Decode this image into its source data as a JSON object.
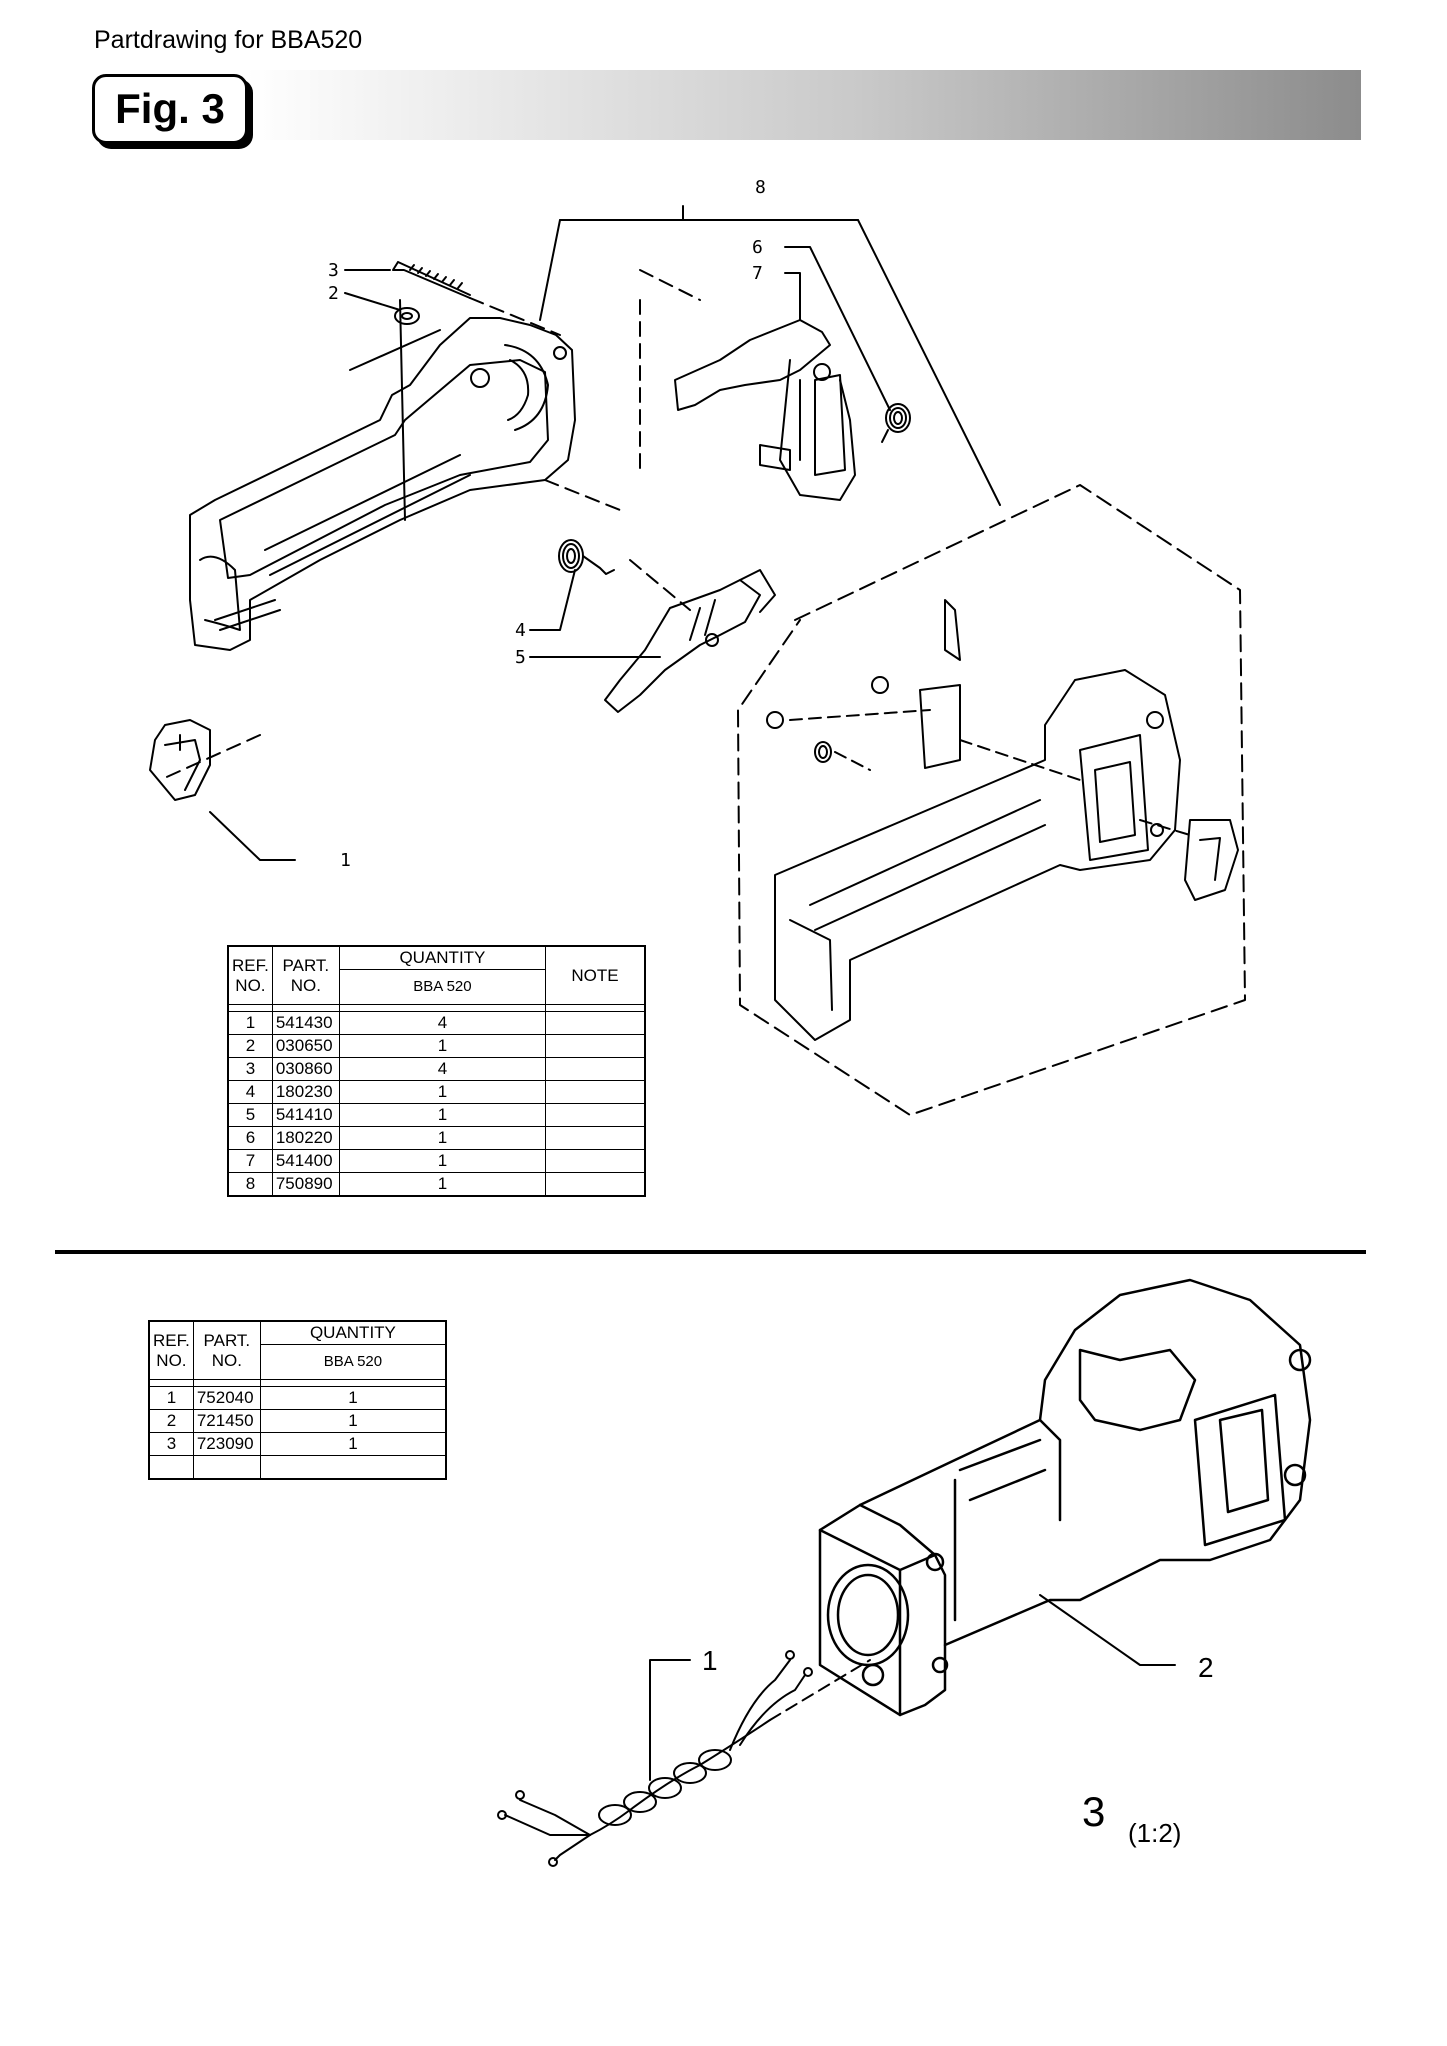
{
  "header": {
    "title": "Partdrawing for BBA520",
    "figure_label": "Fig. 3"
  },
  "table1": {
    "headers": {
      "ref": "REF.",
      "ref2": "NO.",
      "part": "PART.",
      "part2": "NO.",
      "quantity": "QUANTITY",
      "model": "BBA 520",
      "note": "NOTE"
    },
    "rows": [
      {
        "ref": "1",
        "part": "541430",
        "qty": "4"
      },
      {
        "ref": "2",
        "part": "030650",
        "qty": "1"
      },
      {
        "ref": "3",
        "part": "030860",
        "qty": "4"
      },
      {
        "ref": "4",
        "part": "180230",
        "qty": "1"
      },
      {
        "ref": "5",
        "part": "541410",
        "qty": "1"
      },
      {
        "ref": "6",
        "part": "180220",
        "qty": "1"
      },
      {
        "ref": "7",
        "part": "541400",
        "qty": "1"
      },
      {
        "ref": "8",
        "part": "750890",
        "qty": "1"
      }
    ]
  },
  "table2": {
    "headers": {
      "ref": "REF.",
      "ref2": "NO.",
      "part": "PART.",
      "part2": "NO.",
      "quantity": "QUANTITY",
      "model": "BBA 520"
    },
    "rows": [
      {
        "ref": "1",
        "part": "752040",
        "qty": "1"
      },
      {
        "ref": "2",
        "part": "721450",
        "qty": "1"
      },
      {
        "ref": "3",
        "part": "723090",
        "qty": "1"
      }
    ]
  },
  "callouts_top": {
    "c1": "1",
    "c2": "2",
    "c3": "3",
    "c4": "4",
    "c5": "5",
    "c6": "6",
    "c7": "7",
    "c8": "8"
  },
  "callouts_bottom": {
    "c1": "1",
    "c2": "2"
  },
  "scale": {
    "number": "3",
    "ratio": "(1:2)"
  }
}
